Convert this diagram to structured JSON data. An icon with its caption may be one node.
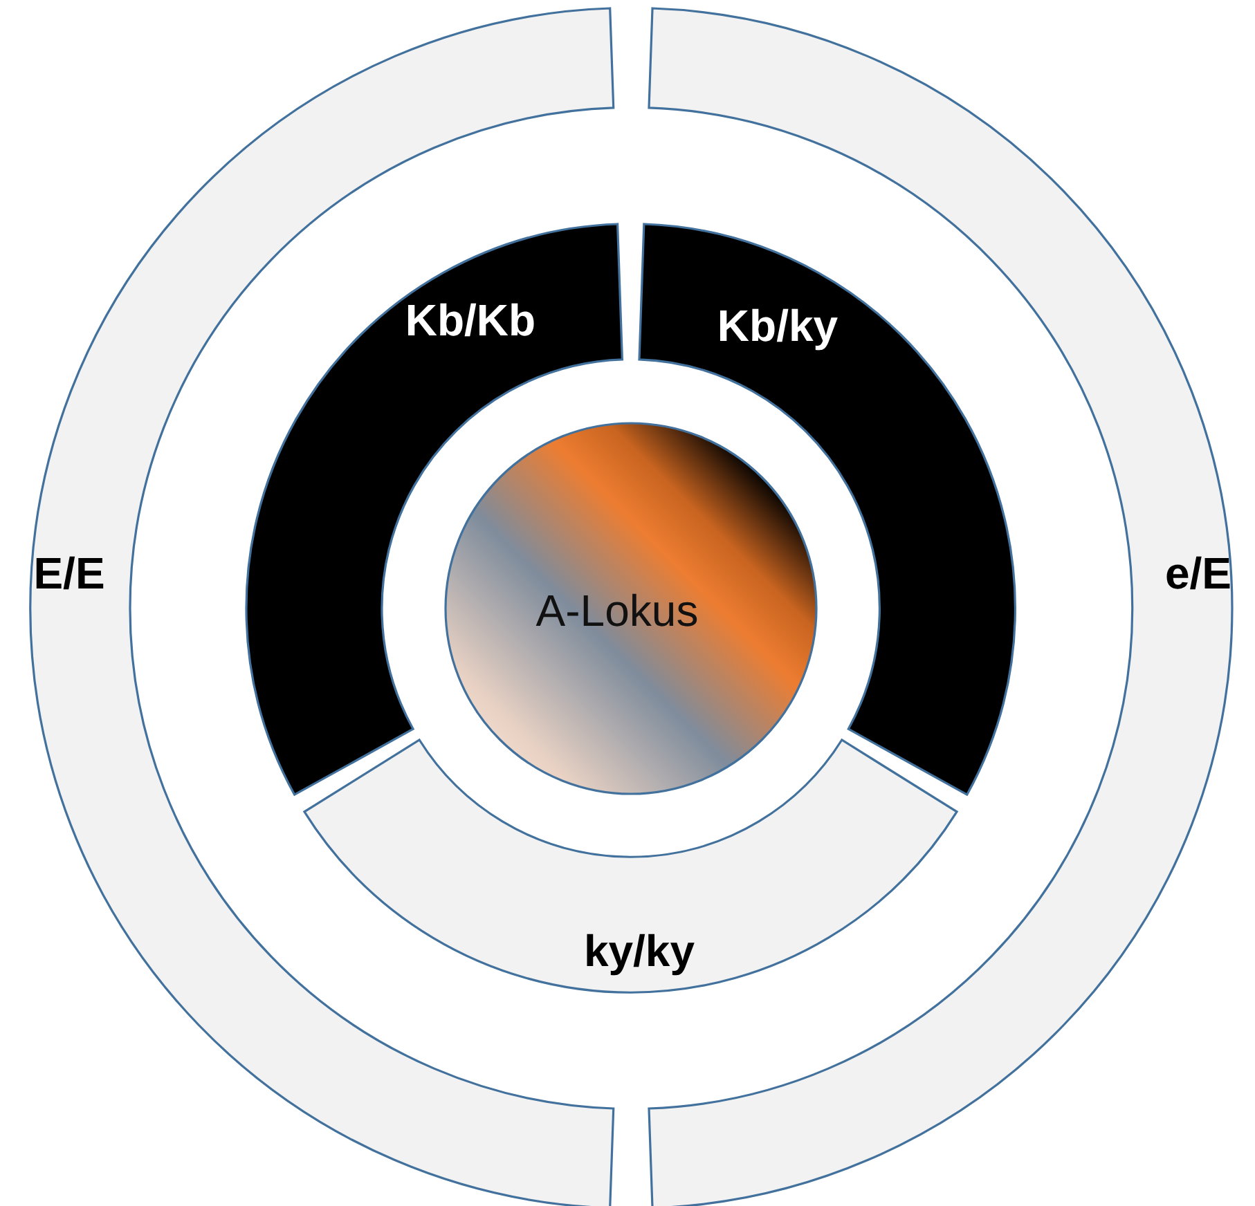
{
  "diagram": {
    "nodes": [
      {
        "text": [
          "E/E"
        ]
      },
      {
        "text": [
          "e/E"
        ]
      },
      {
        "text": [
          "Kb/Kb"
        ]
      },
      {
        "text": [
          "Kb/ky"
        ]
      },
      {
        "text": [
          "ky/ky"
        ]
      },
      {
        "text": [
          "A-Lokus"
        ]
      }
    ]
  }
}
